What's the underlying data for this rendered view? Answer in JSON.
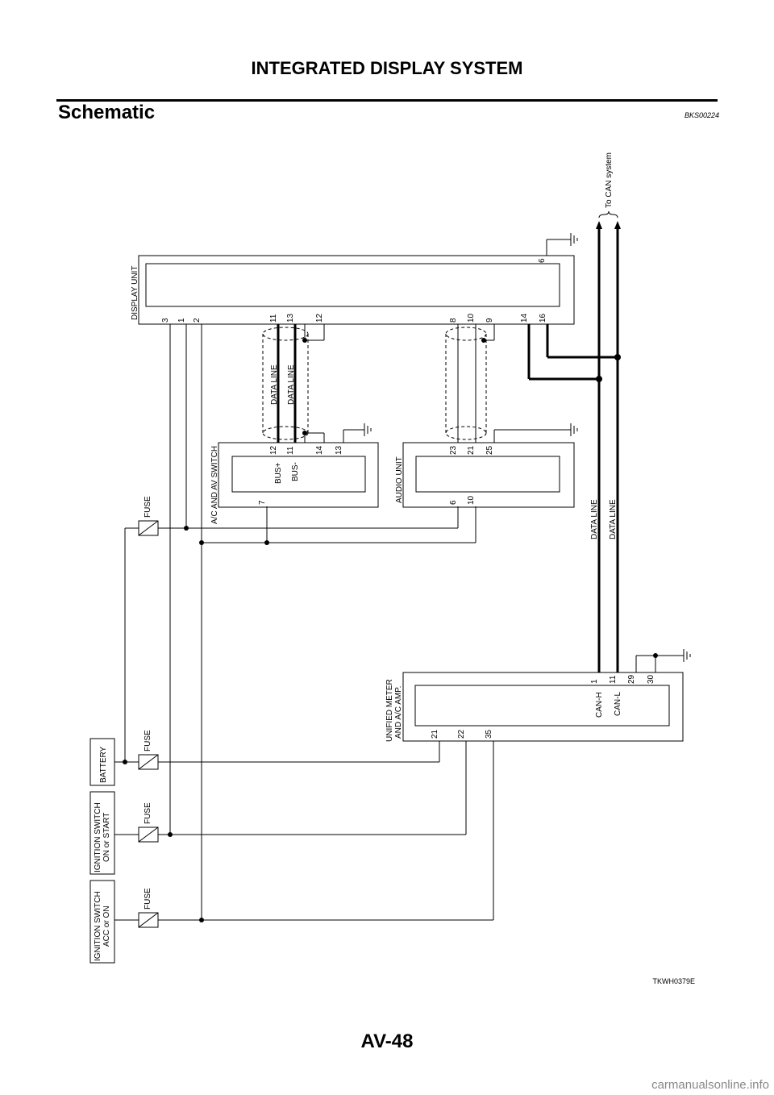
{
  "page": {
    "header_title": "INTEGRATED DISPLAY SYSTEM",
    "section_title": "Schematic",
    "section_code": "BKS00224",
    "figure_code": "TKWH0379E",
    "page_number": "AV-48",
    "watermark": "carmanualsonline.info"
  },
  "components": {
    "display_unit": "DISPLAY UNIT",
    "ac_av_switch": "A/C AND AV SWITCH",
    "audio_unit": "AUDIO UNIT",
    "meter_line1": "UNIFIED METER",
    "meter_line2": "AND A/C AMP.",
    "battery": "BATTERY",
    "ign_start_line1": "IGNITION SWITCH",
    "ign_start_line2": "ON or START",
    "ign_acc_line1": "IGNITION SWITCH",
    "ign_acc_line2": "ACC or ON"
  },
  "labels": {
    "fuse": "FUSE",
    "data_line": "DATA LINE",
    "to_can": "To CAN system",
    "bus_plus": "BUS+",
    "bus_minus": "BUS-",
    "can_h": "CAN-H",
    "can_l": "CAN-L"
  },
  "pins": {
    "display": {
      "p3": "3",
      "p1": "1",
      "p2": "2",
      "p11": "11",
      "p13": "13",
      "p12": "12",
      "p8": "8",
      "p10": "10",
      "p9": "9",
      "p14": "14",
      "p16": "16",
      "p6": "6"
    },
    "ac_switch": {
      "p7": "7",
      "p12": "12",
      "p11": "11",
      "p14": "14",
      "p13": "13"
    },
    "audio": {
      "p6": "6",
      "p10": "10",
      "p23": "23",
      "p21": "21",
      "p25": "25"
    },
    "meter": {
      "p21": "21",
      "p22": "22",
      "p35": "35",
      "p1": "1",
      "p11": "11",
      "p29": "29",
      "p30": "30"
    }
  }
}
